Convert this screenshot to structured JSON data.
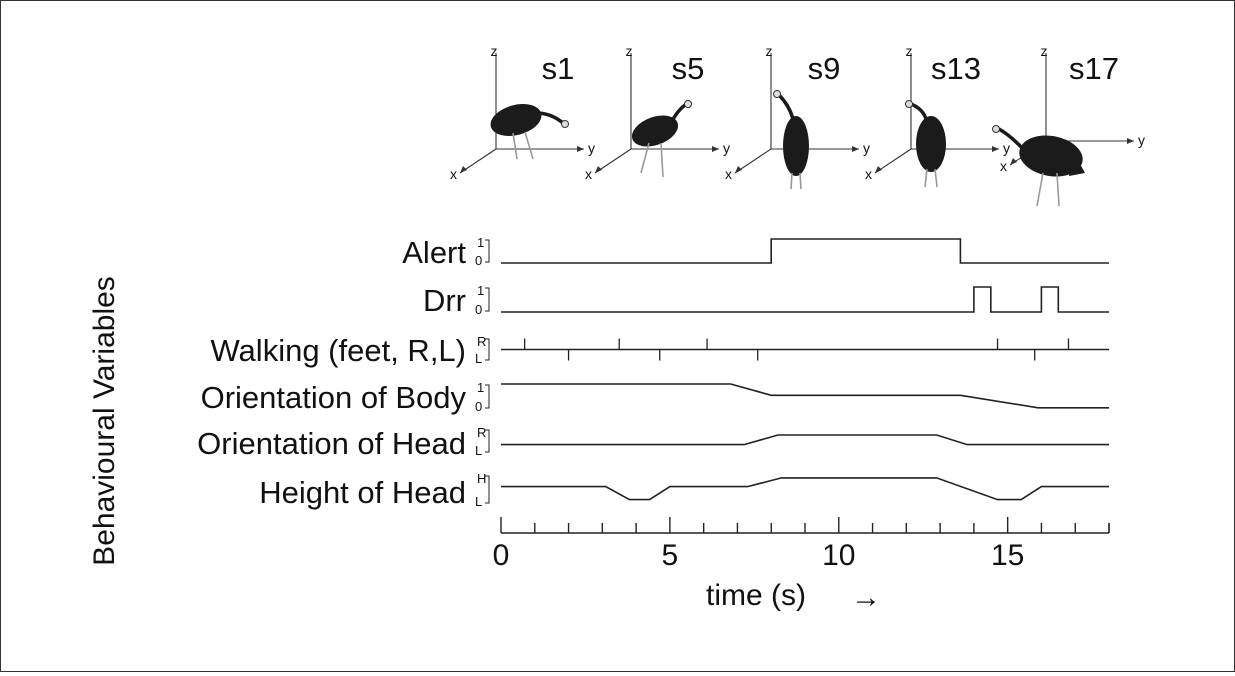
{
  "figure": {
    "y_title": "Behavioural Variables",
    "x_title": "time (s)",
    "arrow": "→"
  },
  "snapshots": [
    {
      "label": "s1"
    },
    {
      "label": "s5"
    },
    {
      "label": "s9"
    },
    {
      "label": "s13"
    },
    {
      "label": "s17"
    }
  ],
  "axis_letters": {
    "z": "z",
    "y": "y",
    "x": "x"
  },
  "rows": [
    {
      "key": "alert",
      "label": "Alert",
      "hi": "1",
      "lo": "0"
    },
    {
      "key": "drr",
      "label": "Drr",
      "hi": "1",
      "lo": "0"
    },
    {
      "key": "walking",
      "label": "Walking (feet, R,L)",
      "hi": "R",
      "lo": "L"
    },
    {
      "key": "body",
      "label": "Orientation of Body",
      "hi": "1",
      "lo": "0"
    },
    {
      "key": "head",
      "label": "Orientation of Head",
      "hi": "R",
      "lo": "L"
    },
    {
      "key": "height",
      "label": "Height of Head",
      "hi": "H",
      "lo": "L"
    }
  ],
  "chart_data": {
    "type": "line",
    "xlabel": "time (s)",
    "ylabel": "Behavioural Variables",
    "xlim": [
      0,
      18
    ],
    "x_ticks": [
      0,
      5,
      10,
      15
    ],
    "minor_tick_step": 1,
    "series": [
      {
        "name": "Alert",
        "levels": [
          0,
          1
        ],
        "points": [
          [
            0,
            0
          ],
          [
            8,
            0
          ],
          [
            8,
            1
          ],
          [
            13.6,
            1
          ],
          [
            13.6,
            0
          ],
          [
            18,
            0
          ]
        ]
      },
      {
        "name": "Drr",
        "levels": [
          0,
          1
        ],
        "points": [
          [
            0,
            0
          ],
          [
            14,
            0
          ],
          [
            14,
            1
          ],
          [
            14.5,
            1
          ],
          [
            14.5,
            0
          ],
          [
            16,
            0
          ],
          [
            16,
            1
          ],
          [
            16.5,
            1
          ],
          [
            16.5,
            0
          ],
          [
            18,
            0
          ]
        ]
      },
      {
        "name": "Walking (feet, R,L)",
        "events_R": [
          0.7,
          3.5,
          6.1,
          14.7,
          16.8
        ],
        "events_L": [
          2.0,
          4.7,
          7.6,
          15.8
        ]
      },
      {
        "name": "Orientation of Body",
        "levels": [
          0,
          1
        ],
        "points": [
          [
            0,
            1
          ],
          [
            6.8,
            1
          ],
          [
            8,
            0.55
          ],
          [
            13.6,
            0.55
          ],
          [
            15.9,
            0.05
          ],
          [
            18,
            0.05
          ]
        ]
      },
      {
        "name": "Orientation of Head",
        "levels": [
          0,
          1
        ],
        "points": [
          [
            0,
            0.35
          ],
          [
            7.2,
            0.35
          ],
          [
            8.2,
            0.75
          ],
          [
            12.9,
            0.75
          ],
          [
            13.8,
            0.35
          ],
          [
            18,
            0.35
          ]
        ]
      },
      {
        "name": "Height of Head",
        "levels": [
          0,
          1
        ],
        "points": [
          [
            0,
            0.6
          ],
          [
            3.1,
            0.6
          ],
          [
            3.8,
            0.15
          ],
          [
            4.4,
            0.15
          ],
          [
            5,
            0.6
          ],
          [
            7.3,
            0.6
          ],
          [
            8.3,
            0.9
          ],
          [
            12.9,
            0.9
          ],
          [
            14.7,
            0.15
          ],
          [
            15.4,
            0.15
          ],
          [
            16,
            0.6
          ],
          [
            18,
            0.6
          ]
        ]
      }
    ]
  }
}
